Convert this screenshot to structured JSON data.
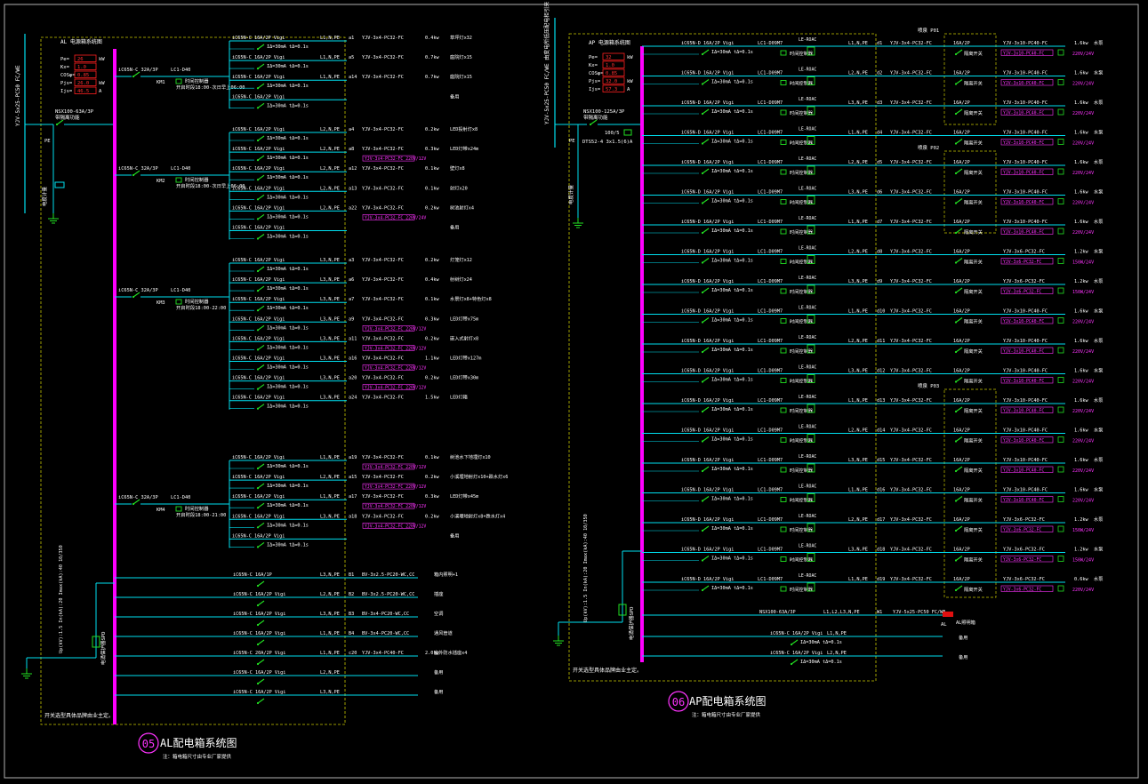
{
  "colors": {
    "background": "#000000",
    "bus": "#ff00ff",
    "line": "#00e0f0",
    "text": "#ffffff",
    "breaker": "#22e022",
    "magenta_text": "#ff33ff",
    "frame": "#c8c800",
    "ground": "#22e022"
  },
  "left_panel": {
    "title_number": "05",
    "title": "AL配电箱系统图",
    "note": "注：箱电箱尺寸由专业厂家提供",
    "box_label": "AL  电源箱系统图",
    "feed_cable": "YJV-5x25-PC50 FC/WE",
    "main_breaker": "NSX100-63A/3P",
    "main_breaker_note": "带隔离功能",
    "pe_label": "PE",
    "meter_label": "电度计量",
    "params": [
      {
        "k": "Pe=",
        "v": "26",
        "u": "kW"
      },
      {
        "k": "Kx=",
        "v": "1.0",
        "u": ""
      },
      {
        "k": "COSφ=",
        "v": "0.85",
        "u": ""
      },
      {
        "k": "Pjs=",
        "v": "26.0",
        "u": "kW"
      },
      {
        "k": "Ijs=",
        "v": "46.5",
        "u": "A"
      }
    ],
    "groups": [
      {
        "breaker": "iC65N-C 32A/3P",
        "contactor": "LC1-D40",
        "km": "KM1",
        "timer": "时间控制器",
        "time": "开启时段18:00-次日早上06:00"
      },
      {
        "breaker": "iC65N-C 32A/3P",
        "contactor": "LC1-D40",
        "km": "KM2",
        "timer": "时间控制器",
        "time": "开启时段18:00-次日早上06:00"
      },
      {
        "breaker": "iC65N-C 32A/3P",
        "contactor": "LC1-D40",
        "km": "KM3",
        "timer": "时间控制器",
        "time": "开启时段18:00-22:00"
      },
      {
        "breaker": "iC65N-C 32A/3P",
        "contactor": "LC1-D40",
        "km": "KM4",
        "timer": "时间控制器",
        "time": "开启时段18:00-21:00"
      }
    ],
    "circuits": [
      {
        "br": "iC65N-C 16A/2P Vigi",
        "ph": "L1,N,PE",
        "id": "a1",
        "cable": "YJV-3x4-PC32-FC",
        "kw": "0.4kw",
        "load": "草坪灯x32",
        "mag": ""
      },
      {
        "br": "iC65N-C 16A/2P Vigi",
        "ph": "L1,N,PE",
        "id": "a5",
        "cable": "YJV-3x4-PC32-FC",
        "kw": "0.7kw",
        "load": "庭院灯x15",
        "mag": ""
      },
      {
        "br": "iC65N-C 16A/2P Vigi",
        "ph": "L1,N,PE",
        "id": "a14",
        "cable": "YJV-3x4-PC32-FC",
        "kw": "0.7kw",
        "load": "庭院灯x15",
        "mag": ""
      },
      {
        "br": "iC65N-C 16A/2P Vigi",
        "ph": "",
        "id": "",
        "cable": "",
        "kw": "",
        "load": "备用",
        "mag": ""
      },
      {
        "br": "iC65N-C 16A/2P Vigi",
        "ph": "L2,N,PE",
        "id": "a4",
        "cable": "YJV-3x4-PC32-FC",
        "kw": "0.2kw",
        "load": "LED投射灯x8",
        "mag": ""
      },
      {
        "br": "iC65N-C 16A/2P Vigi",
        "ph": "L2,N,PE",
        "id": "a8",
        "cable": "YJV-3x4-PC32-FC",
        "kw": "0.3kw",
        "load": "LED灯带x24m",
        "mag": "YJV-3x4-PC32-FC 220V/12V"
      },
      {
        "br": "iC65N-C 16A/2P Vigi",
        "ph": "L2,N,PE",
        "id": "a12",
        "cable": "YJV-3x4-PC32-FC",
        "kw": "0.1kw",
        "load": "壁灯x8",
        "mag": ""
      },
      {
        "br": "iC65N-C 16A/2P Vigi",
        "ph": "L2,N,PE",
        "id": "a13",
        "cable": "YJV-3x4-PC32-FC",
        "kw": "0.1kw",
        "load": "射灯x20",
        "mag": ""
      },
      {
        "br": "iC65N-C 16A/2P Vigi",
        "ph": "L2,N,PE",
        "id": "a22",
        "cable": "YJV-3x4-PC32-FC",
        "kw": "0.2kw",
        "load": "树池射灯x4",
        "mag": "YJV-3x4-PC32-FC 220V/24V"
      },
      {
        "br": "iC65N-C 16A/2P Vigi",
        "ph": "",
        "id": "",
        "cable": "",
        "kw": "",
        "load": "备用",
        "mag": ""
      },
      {
        "br": "iC65N-C 16A/2P Vigi",
        "ph": "L3,N,PE",
        "id": "a3",
        "cable": "YJV-3x4-PC32-FC",
        "kw": "0.2kw",
        "load": "灯笼灯x12",
        "mag": ""
      },
      {
        "br": "iC65N-C 16A/2P Vigi",
        "ph": "L3,N,PE",
        "id": "a6",
        "cable": "YJV-3x4-PC32-FC",
        "kw": "0.4kw",
        "load": "射树灯x24",
        "mag": ""
      },
      {
        "br": "iC65N-C 16A/2P Vigi",
        "ph": "L3,N,PE",
        "id": "a7",
        "cable": "YJV-3x4-PC32-FC",
        "kw": "0.1kw",
        "load": "水景灯x8+特色灯x8",
        "mag": ""
      },
      {
        "br": "iC65N-C 16A/2P Vigi",
        "ph": "L3,N,PE",
        "id": "a9",
        "cable": "YJV-3x4-PC32-FC",
        "kw": "0.3kw",
        "load": "LED灯带x75m",
        "mag": "YJV-3x4-PC32-FC 220V/12V"
      },
      {
        "br": "iC65N-C 16A/2P Vigi",
        "ph": "L3,N,PE",
        "id": "a11",
        "cable": "YJV-3x4-PC32-FC",
        "kw": "0.2kw",
        "load": "嵌入式射灯x8",
        "mag": "YJV-3x4-PC32-FC 220V/12V"
      },
      {
        "br": "iC65N-C 16A/2P Vigi",
        "ph": "L3,N,PE",
        "id": "a16",
        "cable": "YJV-3x4-PC32-FC",
        "kw": "1.1kw",
        "load": "LED灯带x127m",
        "mag": "YJV-3x4-PC32-FC 220V/12V"
      },
      {
        "br": "iC65N-C 16A/2P Vigi",
        "ph": "L3,N,PE",
        "id": "a20",
        "cable": "YJV-3x4-PC32-FC",
        "kw": "0.2kw",
        "load": "LED灯带x30m",
        "mag": "YJV-3x4-PC32-FC 220V/12V"
      },
      {
        "br": "iC65N-C 16A/2P Vigi",
        "ph": "L3,N,PE",
        "id": "a24",
        "cable": "YJV-3x4-PC32-FC",
        "kw": "1.5kw",
        "load": "LED灯箱",
        "mag": ""
      },
      {
        "br": "iC65N-C 16A/2P Vigi",
        "ph": "L1,N,PE",
        "id": "a19",
        "cable": "YJV-3x4-PC32-FC",
        "kw": "0.1kw",
        "load": "树池水下地埋灯x10",
        "mag": "YJV-3x4-PC32-FC 220V/12V"
      },
      {
        "br": "iC65N-C 16A/2P Vigi",
        "ph": "L2,N,PE",
        "id": "a15",
        "cable": "YJV-3x4-PC32-FC",
        "kw": "0.2kw",
        "load": "小溪埋地射灯x10+跌水灯x6",
        "mag": "YJV-3x4-PC32-FC 220V/12V"
      },
      {
        "br": "iC65N-C 16A/2P Vigi",
        "ph": "L1,N,PE",
        "id": "a17",
        "cable": "YJV-3x4-PC32-FC",
        "kw": "0.3kw",
        "load": "LED灯带x45m",
        "mag": "YJV-3x4-PC32-FC 220V/12V"
      },
      {
        "br": "iC65N-C 16A/2P Vigi",
        "ph": "L3,N,PE",
        "id": "a18",
        "cable": "YJV-3x4-PC32-FC",
        "kw": "0.2kw",
        "load": "小溪埋地射灯x8+跌水灯x4",
        "mag": "YJV-3x4-PC32-FC 220V/12V"
      },
      {
        "br": "iC65N-C 16A/2P Vigi",
        "ph": "",
        "id": "",
        "cable": "",
        "kw": "",
        "load": "备用",
        "mag": ""
      }
    ],
    "other_circuits": [
      {
        "br": "iC65N-C 16A/1P",
        "ph": "L3,N,PE",
        "id": "B1",
        "cable": "BV-3x2.5-PC20-WC,CC",
        "kw": "",
        "load": "箱内照明+1"
      },
      {
        "br": "iC65N-C 16A/2P Vigi",
        "ph": "L2,N,PE",
        "id": "B2",
        "cable": "BV-3x2.5-PC20-WC,CC",
        "kw": "",
        "load": "插座"
      },
      {
        "br": "iC65N-C 16A/2P Vigi",
        "ph": "L3,N,PE",
        "id": "B3",
        "cable": "BV-3x4-PC20-WC,CC",
        "kw": "",
        "load": "空调"
      },
      {
        "br": "iC65N-C 16A/2P Vigi",
        "ph": "L1,N,PE",
        "id": "B4",
        "cable": "BV-3x4-PC20-WC,CC",
        "kw": "",
        "load": "通风管道"
      },
      {
        "br": "iC65N-C 20A/2P Vigi",
        "ph": "L1,N,PE",
        "id": "c20",
        "cable": "YJV-3x4-PC40-FC",
        "kw": "2.0kw",
        "load": "室外防水插座x4"
      },
      {
        "br": "iC65N-C 16A/2P Vigi",
        "ph": "L2,N,PE",
        "id": "",
        "cable": "",
        "kw": "",
        "load": "备用"
      },
      {
        "br": "iC65N-C 16A/2P Vigi",
        "ph": "L3,N,PE",
        "id": "",
        "cable": "",
        "kw": "",
        "load": "备用"
      }
    ],
    "spd_label": "电涌保护器SPD",
    "spd_params": "Up(kV):1.5 In(kA):20 Imax(kA):40 10/350",
    "bottom_note": "开关选型具体品牌由业主定。"
  },
  "right_panel": {
    "title_number": "06",
    "title": "AP配电箱系统图",
    "note": "注：箱电箱尺寸由专业厂家提供",
    "box_label": "AP  电源箱系统图",
    "feed_cable": "YJV-5x25-PC50 FC/WE 由变电所低压配电柜引来",
    "main_breaker": "NSX100-125A/3P",
    "main_breaker_note": "带隔离功能",
    "meter": "100/5",
    "ct": "DTS52-4 3x1.5(6)A",
    "pe_label": "PE",
    "meter_label": "电度计量",
    "params": [
      {
        "k": "Pe=",
        "v": "32",
        "u": "kW"
      },
      {
        "k": "Kx=",
        "v": "1.0",
        "u": ""
      },
      {
        "k": "COSφ=",
        "v": "0.85",
        "u": ""
      },
      {
        "k": "Pjs=",
        "v": "32.0",
        "u": "kW"
      },
      {
        "k": "Ijs=",
        "v": "57.3",
        "u": "A"
      }
    ],
    "fountain_labels": [
      "喷泉 P01",
      "喷泉 P02",
      "喷泉 P03"
    ],
    "circuits": [
      {
        "id": "d1",
        "ph": "L1,N,PE",
        "kw": "1.6kw",
        "load": "水泵",
        "mag": "YJV-3x10-PC40-FC",
        "v": "220V/24V"
      },
      {
        "id": "d2",
        "ph": "L2,N,PE",
        "kw": "1.6kw",
        "load": "水泵",
        "mag": "YJV-3x10-PC40-FC",
        "v": "220V/24V"
      },
      {
        "id": "d3",
        "ph": "L3,N,PE",
        "kw": "1.6kw",
        "load": "水泵",
        "mag": "YJV-3x10-PC40-FC",
        "v": "220V/24V"
      },
      {
        "id": "d4",
        "ph": "L1,N,PE",
        "kw": "1.6kw",
        "load": "水泵",
        "mag": "YJV-3x10-PC40-FC",
        "v": "220V/24V"
      },
      {
        "id": "d5",
        "ph": "L2,N,PE",
        "kw": "1.6kw",
        "load": "水泵",
        "mag": "YJV-3x10-PC40-FC",
        "v": "220V/24V"
      },
      {
        "id": "d6",
        "ph": "L3,N,PE",
        "kw": "1.6kw",
        "load": "水泵",
        "mag": "YJV-3x10-PC40-FC",
        "v": "220V/24V"
      },
      {
        "id": "d7",
        "ph": "L1,N,PE",
        "kw": "1.6kw",
        "load": "水泵",
        "mag": "YJV-3x10-PC40-FC",
        "v": "220V/24V"
      },
      {
        "id": "d8",
        "ph": "L2,N,PE",
        "kw": "1.2kw",
        "load": "水泵",
        "mag": "YJV-3x6-PC32-FC",
        "v": "150W/24V"
      },
      {
        "id": "d9",
        "ph": "L3,N,PE",
        "kw": "1.2kw",
        "load": "水泵",
        "mag": "YJV-3x6-PC32-FC",
        "v": "150W/24V"
      },
      {
        "id": "d10",
        "ph": "L1,N,PE",
        "kw": "1.6kw",
        "load": "水泵",
        "mag": "YJV-3x10-PC40-FC",
        "v": "220V/24V"
      },
      {
        "id": "d11",
        "ph": "L2,N,PE",
        "kw": "1.6kw",
        "load": "水泵",
        "mag": "YJV-3x10-PC40-FC",
        "v": "220V/24V"
      },
      {
        "id": "d12",
        "ph": "L3,N,PE",
        "kw": "1.6kw",
        "load": "水泵",
        "mag": "YJV-3x10-PC40-FC",
        "v": "220V/24V"
      },
      {
        "id": "d13",
        "ph": "L1,N,PE",
        "kw": "1.6kw",
        "load": "水泵",
        "mag": "YJV-3x10-PC40-FC",
        "v": "220V/24V"
      },
      {
        "id": "d14",
        "ph": "L2,N,PE",
        "kw": "1.6kw",
        "load": "水泵",
        "mag": "YJV-3x10-PC40-FC",
        "v": "220V/24V"
      },
      {
        "id": "d15",
        "ph": "L3,N,PE",
        "kw": "1.6kw",
        "load": "水泵",
        "mag": "YJV-3x10-PC40-FC",
        "v": "220V/24V"
      },
      {
        "id": "d16",
        "ph": "L1,N,PE",
        "kw": "1.6kw",
        "load": "水泵",
        "mag": "YJV-3x10-PC40-FC",
        "v": "220V/24V"
      },
      {
        "id": "d17",
        "ph": "L2,N,PE",
        "kw": "1.2kw",
        "load": "水泵",
        "mag": "YJV-3x6-PC32-FC",
        "v": "150W/24V"
      },
      {
        "id": "d18",
        "ph": "L3,N,PE",
        "kw": "1.2kw",
        "load": "水泵",
        "mag": "YJV-3x6-PC32-FC",
        "v": "150W/24V"
      },
      {
        "id": "d19",
        "ph": "L1,N,PE",
        "kw": "0.6kw",
        "load": "水泵",
        "mag": "YJV-3x6-PC32-FC",
        "v": "220V/24V"
      }
    ],
    "circuit_common": {
      "br": "iC65N-D 16A/2P Vigi",
      "rcd": "IΔ=30mA tΔ=0.1s",
      "contactor": "LC1-D09M7",
      "timer": "时间控制器",
      "cable": "YJV-3x4-PC32-FC",
      "iso_breaker": "16A/2P",
      "iso_label": "隔离开关",
      "ctrl": "LE-ROAC"
    },
    "al_feed": {
      "br": "NSX100-63A/3P",
      "ph": "L1,L2,L3,N,PE",
      "id": "W1",
      "cable": "YJV-5x25-PC50 FC/WE",
      "load": "AL照明箱",
      "tag": "AL"
    },
    "spares": [
      {
        "br": "iC65N-C 16A/2P Vigi",
        "rcd": "IΔ=30mA tΔ=0.1s",
        "ph": "L1,N,PE",
        "load": "备用"
      },
      {
        "br": "iC65N-C 16A/2P Vigi",
        "rcd": "IΔ=30mA tΔ=0.1s",
        "ph": "L2,N,PE",
        "load": "备用"
      }
    ],
    "spd_label": "电涌保护器SPD",
    "spd_params": "Up(kV):1.5 In(kA):20 Imax(kA):40 10/350",
    "bottom_note": "开关选型具体品牌由业主定。"
  }
}
